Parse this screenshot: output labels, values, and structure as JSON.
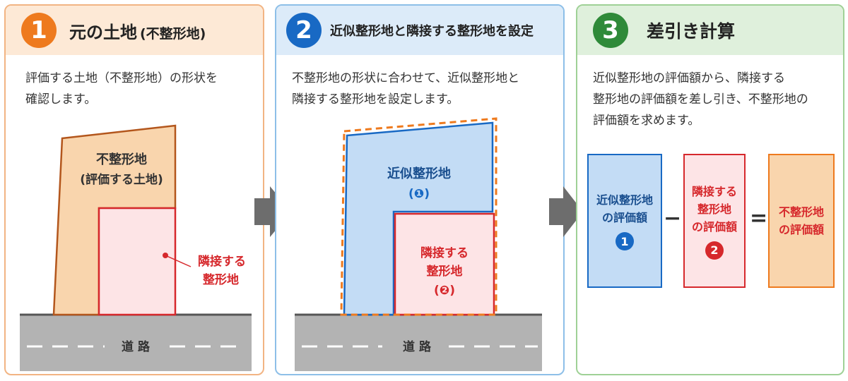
{
  "colors": {
    "orange": "#ee7a1e",
    "orange_bg": "#fde9d6",
    "orange_fill": "#f9d5ad",
    "orange_line": "#b3561c",
    "blue": "#1869c4",
    "blue_bg": "#dcebf9",
    "blue_fill": "#c3dcf5",
    "green": "#2f8a39",
    "green_bg": "#dff0dc",
    "red": "#d6282c",
    "red_fill": "#fde4e6",
    "road": "#b3b3b3",
    "arrow": "#6d6d6d"
  },
  "panel1": {
    "number": "1",
    "title": "元の土地",
    "title_paren": "(不整形地)",
    "desc": [
      "評価する土地（不整形地）の形状を",
      "確認します。"
    ],
    "land_label": [
      "不整形地",
      "(評価する土地)"
    ],
    "adjacent_label": [
      "隣接する",
      "整形地"
    ],
    "road_label": "道 路"
  },
  "panel2": {
    "number": "2",
    "title": "近似整形地と隣接する整形地を設定",
    "desc": [
      "不整形地の形状に合わせて、近似整形地と",
      "隣接する整形地を設定します。"
    ],
    "approx_label": [
      "近似整形地",
      "(❶)"
    ],
    "adjacent_label": [
      "隣接する",
      "整形地",
      "(❷)"
    ],
    "road_label": "道 路"
  },
  "panel3": {
    "number": "3",
    "title": "差引き計算",
    "desc": [
      "近似整形地の評価額から、隣接する",
      "整形地の評価額を差し引き、不整形地の",
      "評価額を求めます。"
    ],
    "box1": {
      "lines": [
        "近似整形地",
        "の評価額"
      ],
      "badge": "1"
    },
    "minus": "−",
    "box2": {
      "lines": [
        "隣接する",
        "整形地",
        "の評価額"
      ],
      "badge": "2"
    },
    "equals": "=",
    "box3": {
      "lines": [
        "不整形地",
        "の評価額"
      ]
    }
  }
}
